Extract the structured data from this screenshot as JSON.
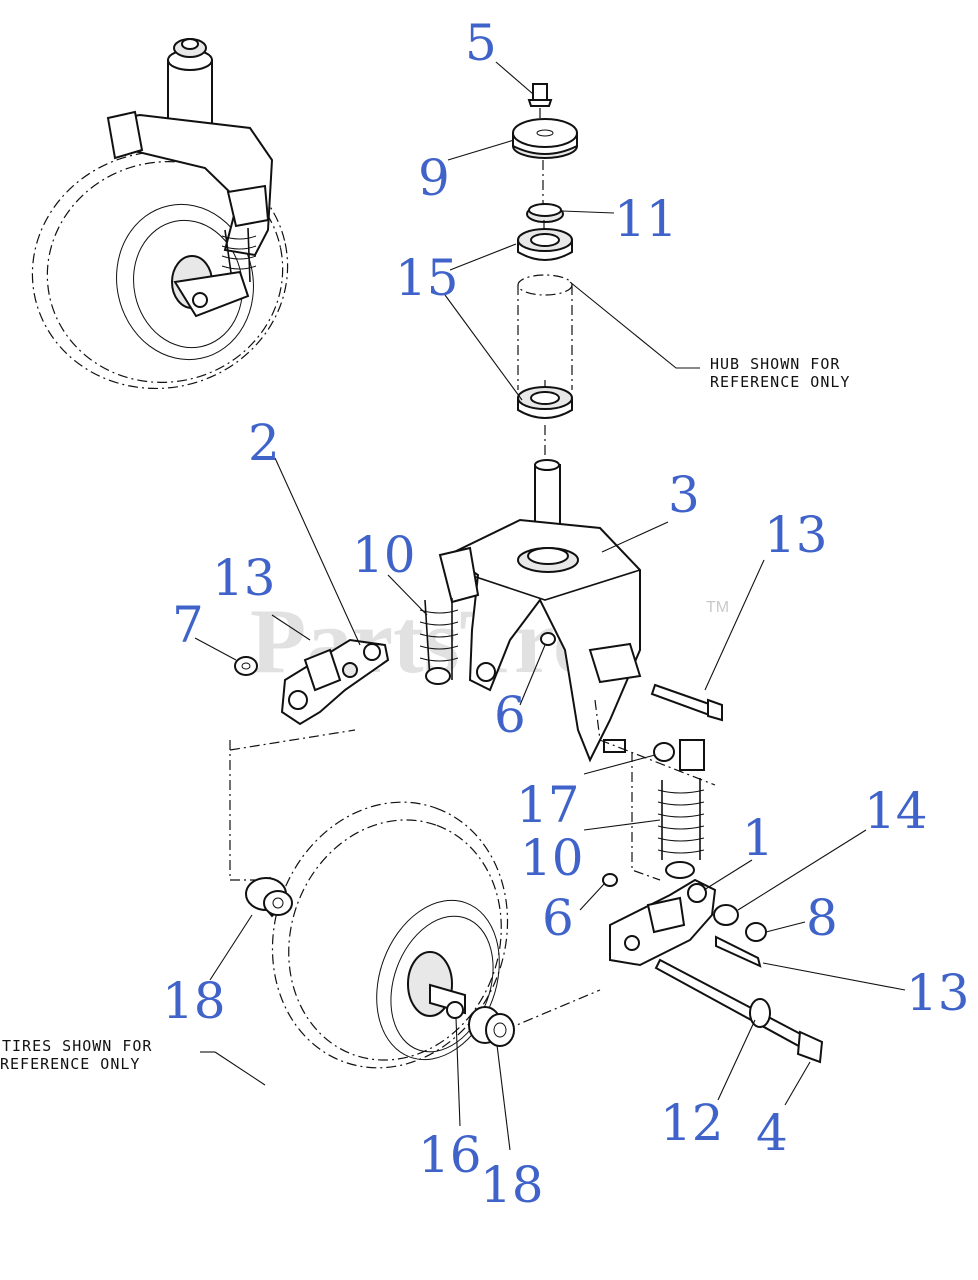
{
  "watermark": {
    "brand": "PartsTree",
    "tm": "TM"
  },
  "notes": {
    "hub_line1": "HUB SHOWN FOR",
    "hub_line2": "REFERENCE ONLY",
    "tires_line1": "TIRES SHOWN FOR",
    "tires_line2": "REFERENCE ONLY"
  },
  "callouts": {
    "c5": "5",
    "c9": "9",
    "c11": "11",
    "c15": "15",
    "c2": "2",
    "c3": "3",
    "c10a": "10",
    "c13a": "13",
    "c13b": "13",
    "c7": "7",
    "c6a": "6",
    "c17": "17",
    "c10b": "10",
    "c1": "1",
    "c14": "14",
    "c6b": "6",
    "c8": "8",
    "c13c": "13",
    "c18a": "18",
    "c12": "12",
    "c4": "4",
    "c16": "16",
    "c18b": "18"
  },
  "colors": {
    "callout": "#3f63c9",
    "line": "#111111",
    "watermark": "#c9c9c9"
  }
}
